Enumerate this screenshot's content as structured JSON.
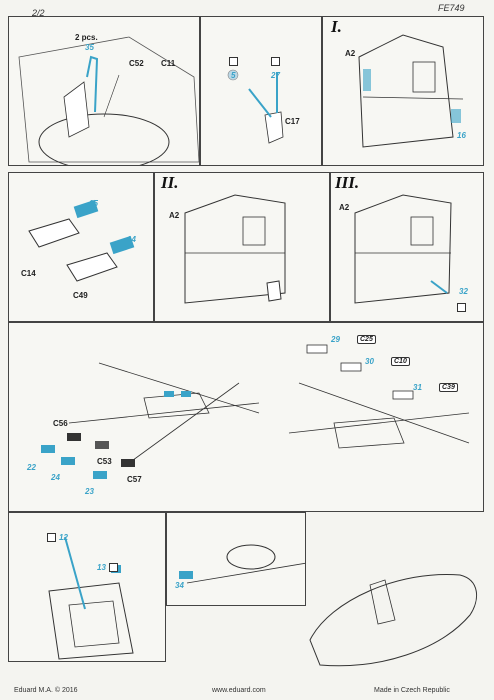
{
  "header": {
    "page": "2/2",
    "code": "FE749"
  },
  "step_labels": {
    "one": "I.",
    "two": "II.",
    "three": "III."
  },
  "parts": {
    "p35": "35",
    "pcs": "2 pcs.",
    "c52": "C52",
    "c11": "C11",
    "p5": "5",
    "p27": "27",
    "c17": "C17",
    "a2a": "A2",
    "p16": "16",
    "p15": "15",
    "p14": "14",
    "c14": "C14",
    "c49": "C49",
    "a2b": "A2",
    "a2c": "A2",
    "p32": "32",
    "p29": "29",
    "c25": "C25",
    "p30": "30",
    "c10": "C10",
    "p31": "31",
    "c39": "C39",
    "c56": "C56",
    "c53": "C53",
    "c57": "C57",
    "p22": "22",
    "p24": "24",
    "p23": "23",
    "p12": "12",
    "p13": "13",
    "p34": "34"
  },
  "footer": {
    "left": "Eduard M.A. © 2016",
    "center": "www.eduard.com",
    "right": "Made in Czech Republic"
  },
  "colors": {
    "etch": "#3aa3c8",
    "line": "#333333"
  }
}
